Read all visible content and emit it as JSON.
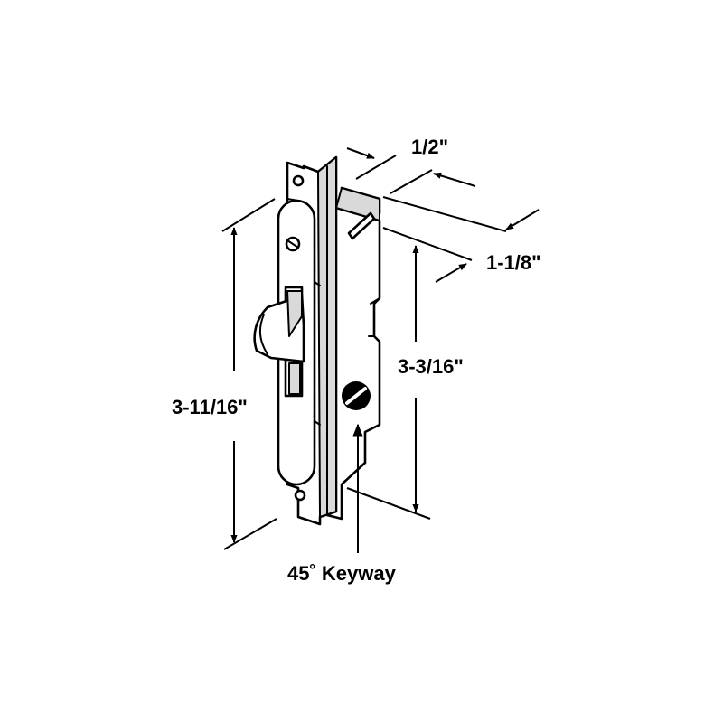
{
  "diagram": {
    "subject": "mortise lock",
    "colors": {
      "line": "#000000",
      "fill": "#ffffff",
      "shade": "#d9d9d9"
    },
    "dimensions": {
      "width_top": "1/2\"",
      "depth": "1-1/8\"",
      "body_height": "3-3/16\"",
      "faceplate_height": "3-11/16\""
    },
    "callouts": {
      "keyway": "45˚ Keyway"
    }
  }
}
